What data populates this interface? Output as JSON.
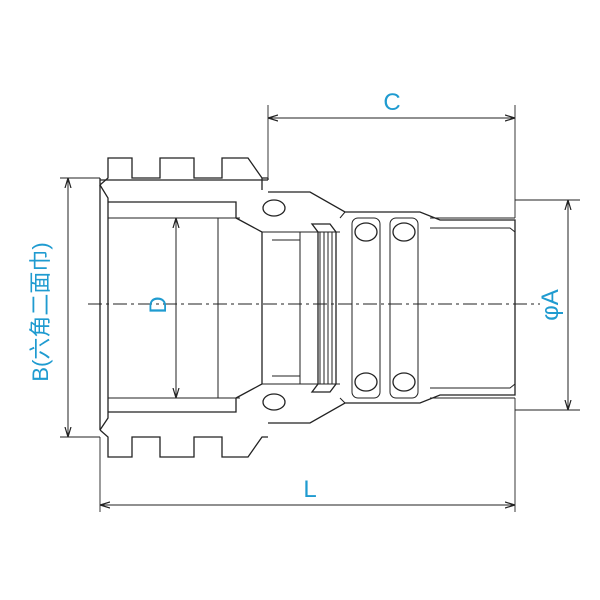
{
  "dimensions": {
    "overall_length": "L",
    "socket_length": "C",
    "outer_diameter": "φA",
    "bore_diameter": "D",
    "hex_width": "B(六角二面巾)"
  },
  "colors": {
    "label": "#1f9bd0",
    "line": "#222222"
  }
}
